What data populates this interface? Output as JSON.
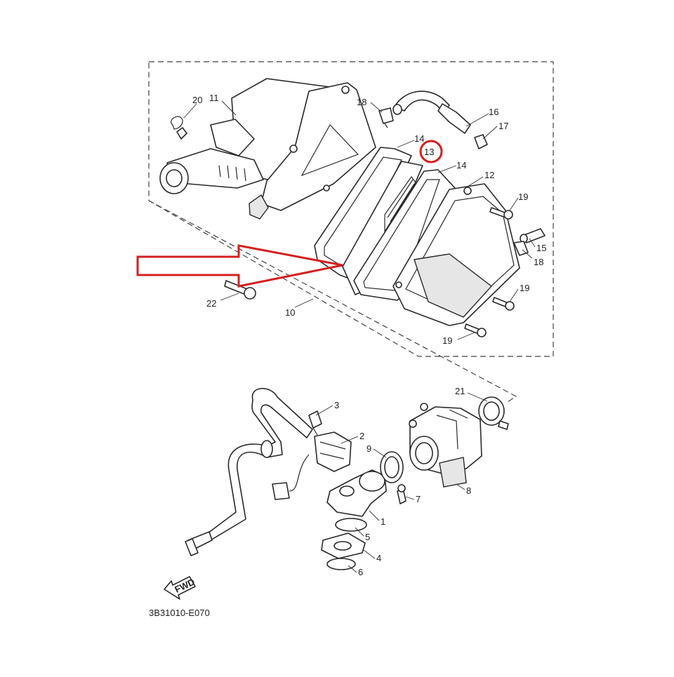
{
  "diagram": {
    "part_labels": [
      "20",
      "11",
      "18",
      "16",
      "17",
      "14",
      "13",
      "14",
      "12",
      "19",
      "15",
      "18",
      "19",
      "22",
      "10",
      "19",
      "21",
      "3",
      "2",
      "9",
      "1",
      "7",
      "8",
      "5",
      "4",
      "6"
    ],
    "fwd_label": "FWD",
    "catalog_code": "3B31010-E070"
  },
  "colors": {
    "line": "#2a2a2a",
    "highlight_red": "#d42020",
    "background": "#ffffff"
  }
}
